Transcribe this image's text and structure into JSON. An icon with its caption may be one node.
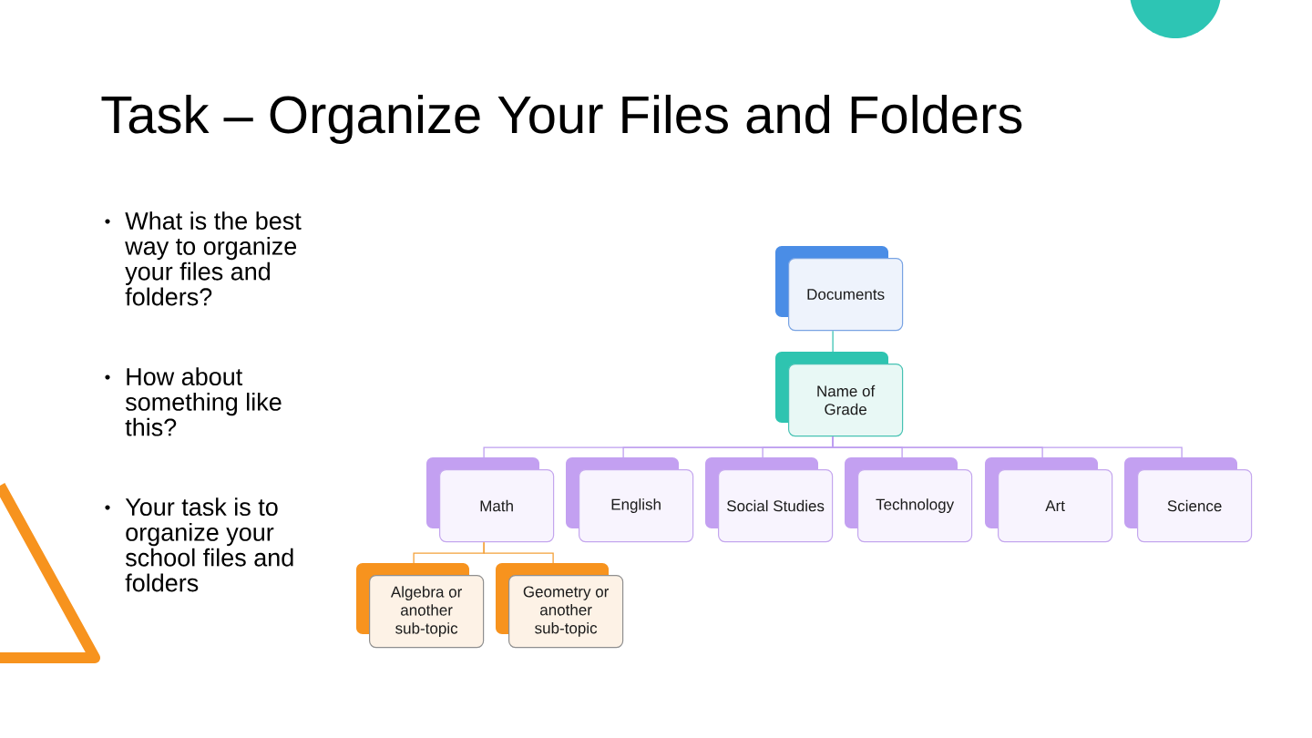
{
  "diagram": {
    "title": "Task – Organize Your Files and Folders",
    "nodes": [
      {
        "text": [
          "Documents"
        ]
      },
      {
        "text": [
          "Name of Grade"
        ]
      },
      {
        "text": [
          "Math"
        ]
      },
      {
        "text": [
          "English"
        ]
      },
      {
        "text": [
          "Social Studies"
        ]
      },
      {
        "text": [
          "Technology"
        ]
      },
      {
        "text": [
          "Art"
        ]
      },
      {
        "text": [
          "Science"
        ]
      },
      {
        "text": [
          "Algebra or another sub-topic"
        ]
      },
      {
        "text": [
          "Geometry or another sub-topic"
        ]
      }
    ],
    "edges": [
      {
        "from": 0,
        "to": 1,
        "arrow": "none",
        "color": "#3cc4b4"
      },
      {
        "from": 1,
        "to": 2,
        "arrow": "none"
      },
      {
        "from": 1,
        "to": 3,
        "arrow": "none"
      },
      {
        "from": 1,
        "to": 4,
        "arrow": "none"
      },
      {
        "from": 1,
        "to": 5,
        "arrow": "none"
      },
      {
        "from": 1,
        "to": 6,
        "arrow": "none"
      },
      {
        "from": 1,
        "to": 7,
        "arrow": "none"
      },
      {
        "from": 2,
        "to": 8,
        "arrow": "none",
        "color": "#f4a13a"
      },
      {
        "from": 2,
        "to": 9,
        "arrow": "none",
        "color": "#f4a13a"
      }
    ],
    "labels": [
      "What is the best way to organize your files and folders?",
      "How about something like this?",
      "Your task is to organize your school files and folders"
    ]
  }
}
